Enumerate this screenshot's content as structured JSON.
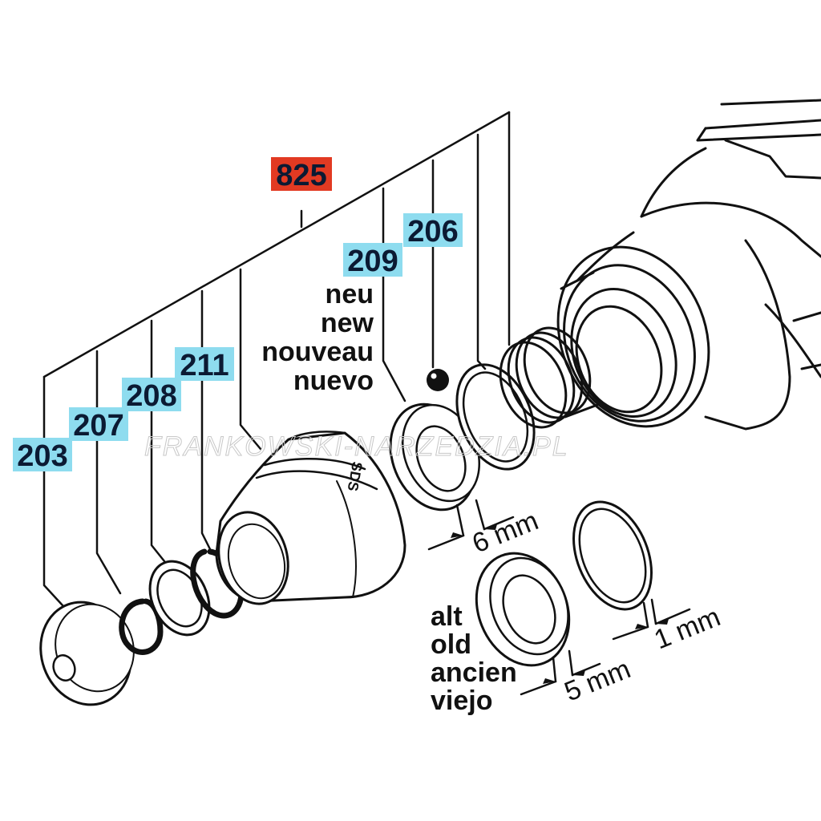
{
  "group": {
    "number": "825",
    "color": "#e23a22"
  },
  "parts": [
    {
      "number": "203",
      "color": "#8edcef"
    },
    {
      "number": "207",
      "color": "#8edcef"
    },
    {
      "number": "208",
      "color": "#8edcef"
    },
    {
      "number": "211",
      "color": "#8edcef"
    },
    {
      "number": "209",
      "color": "#8edcef"
    },
    {
      "number": "206",
      "color": "#8edcef"
    }
  ],
  "new_label": [
    "neu",
    "new",
    "nouveau",
    "nuevo"
  ],
  "old_label": [
    "alt",
    "old",
    "ancien",
    "viejo"
  ],
  "dimensions": {
    "new_washer": "6 mm",
    "old_washer": "5 mm",
    "old_ring": "1 mm"
  },
  "cap_marking": "SDS",
  "watermark": "FRANKOWSKI-NARZEDZIA.PL"
}
